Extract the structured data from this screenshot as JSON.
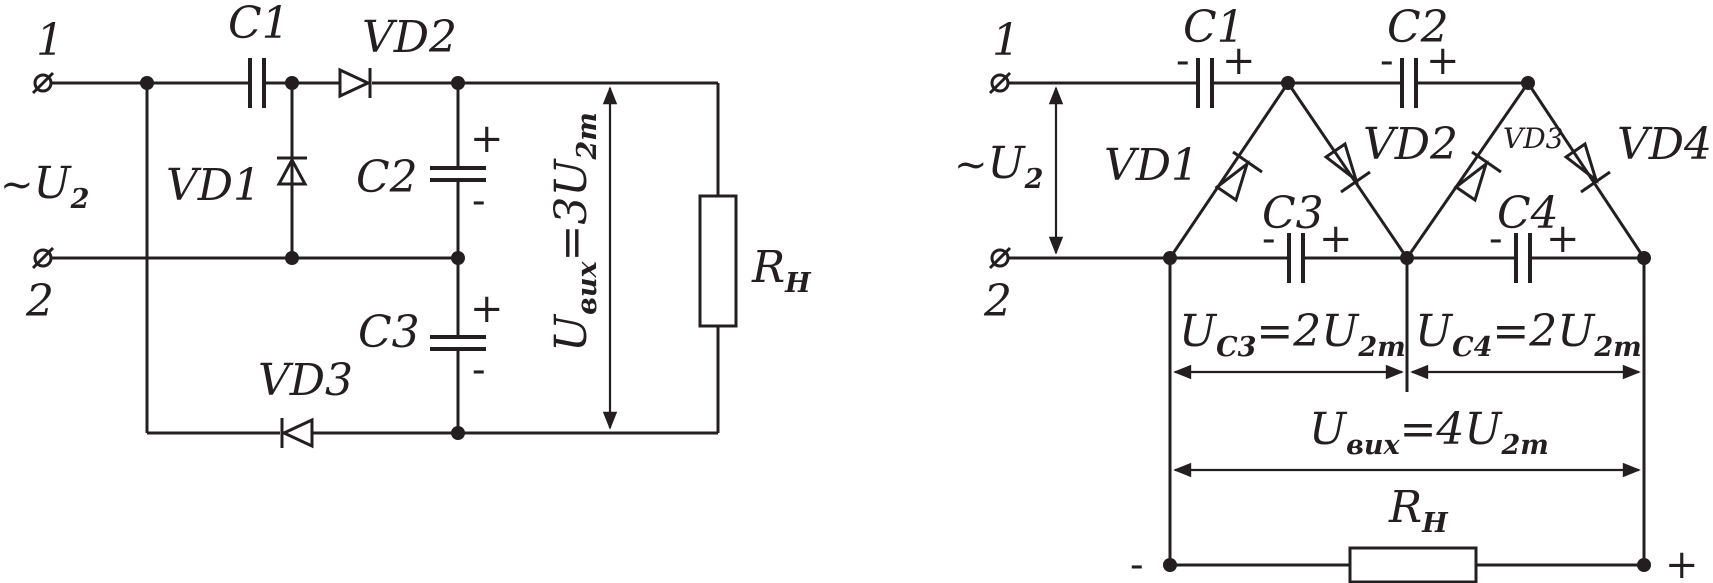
{
  "left_circuit": {
    "terminal_1": "1",
    "terminal_2": "2",
    "input": {
      "tilde": "~",
      "main": "U",
      "sub": "2"
    },
    "c1": "C1",
    "c2": "C2",
    "c3": "C3",
    "vd1": "VD1",
    "vd2": "VD2",
    "vd3": "VD3",
    "load": {
      "main": "R",
      "sub": "Н"
    },
    "output": {
      "main": "U",
      "sub": "вих",
      "eq": "=3U",
      "sub2": "2m"
    },
    "plus": "+",
    "minus": "-"
  },
  "right_circuit": {
    "terminal_1": "1",
    "terminal_2": "2",
    "input": {
      "tilde": "~",
      "main": "U",
      "sub": "2"
    },
    "c1": "C1",
    "c2": "C2",
    "c3": "C3",
    "c4": "C4",
    "vd1": "VD1",
    "vd2": "VD2",
    "vd3": "VD3",
    "vd4": "VD4",
    "uc3": {
      "main": "U",
      "sub": "C3",
      "eq": "=2U",
      "sub2": "2m"
    },
    "uc4": {
      "main": "U",
      "sub": "C4",
      "eq": "=2U",
      "sub2": "2m"
    },
    "output": {
      "main": "U",
      "sub": "вих",
      "eq": "=4U",
      "sub2": "2m"
    },
    "load": {
      "main": "R",
      "sub": "Н"
    },
    "plus": "+",
    "minus": "-"
  },
  "colors": {
    "ink": "#231f20",
    "background": "#ffffff"
  }
}
